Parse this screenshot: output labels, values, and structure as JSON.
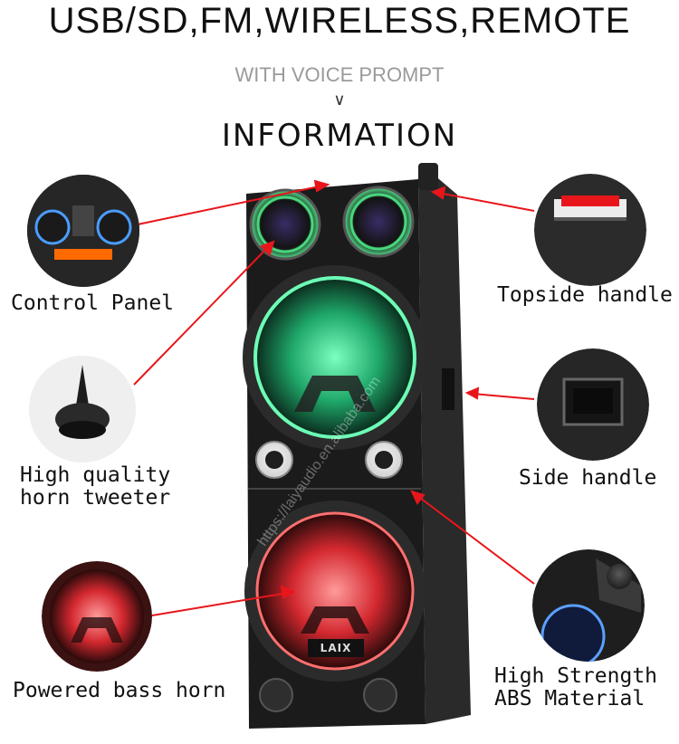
{
  "header": {
    "title": "USB/SD,FM,WIRELESS,REMOTE",
    "subtitle": "WITH VOICE PROMPT",
    "chevron": "∨",
    "section": "INFORMATION"
  },
  "features": {
    "control_panel": "Control Panel",
    "tweeter_line1": "High quality",
    "tweeter_line2": "horn tweeter",
    "bass_horn": "Powered bass horn",
    "topside_handle": "Topside handle",
    "side_handle": "Side handle",
    "abs_line1": "High Strength",
    "abs_line2": "ABS Material"
  },
  "product": {
    "brand_logo": "LAIX",
    "watermark": "https://laiyaudio.en.alibaba.com"
  },
  "colors": {
    "arrow": "#e8161b",
    "speaker_body": "#1b1b1b",
    "green_glow": "#2fe08a",
    "red_glow": "#ff3b3b"
  }
}
